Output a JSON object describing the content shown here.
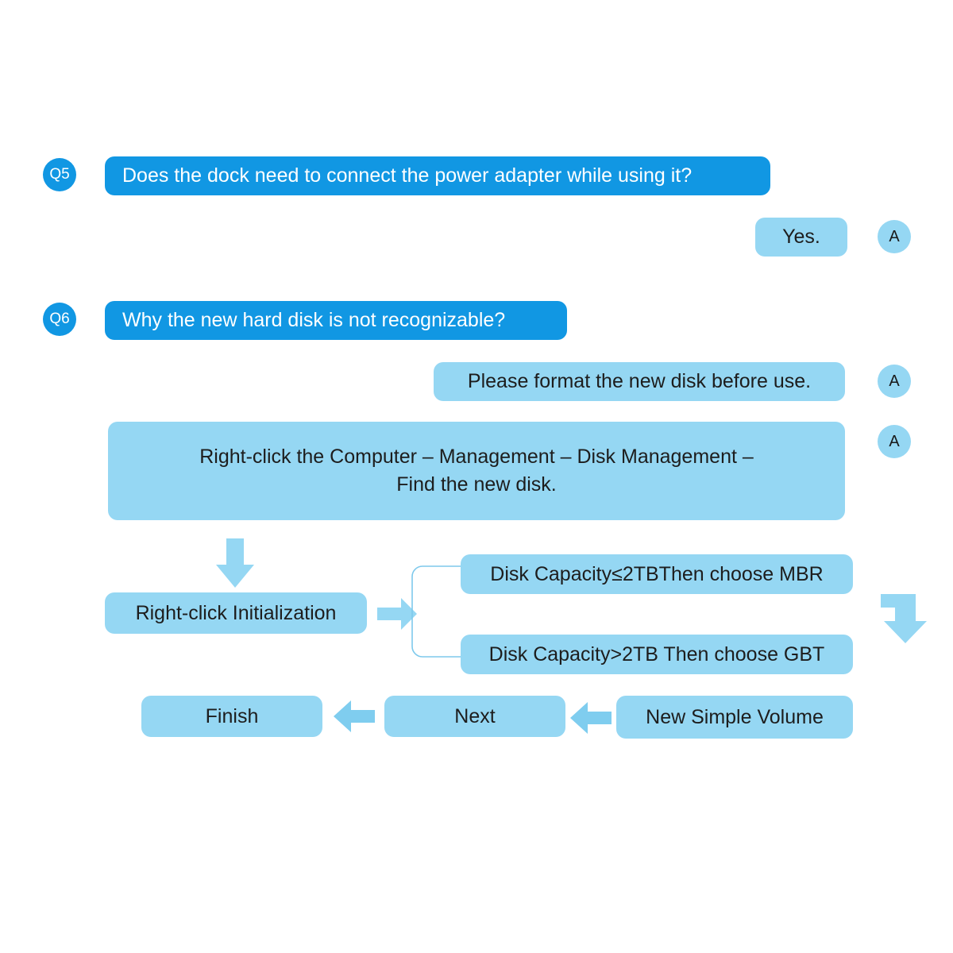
{
  "theme": {
    "primary_blue": "#1197E3",
    "light_blue": "#95D7F3",
    "text_dark": "#1d1d1d",
    "text_light": "#ffffff",
    "background": "#ffffff"
  },
  "faq": [
    {
      "badge": "Q5",
      "question": "Does the dock need to connect the power adapter while using it?",
      "answers": [
        {
          "badge": "A",
          "text": "Yes."
        }
      ]
    },
    {
      "badge": "Q6",
      "question": "Why the new hard disk is not recognizable?",
      "answers": [
        {
          "badge": "A",
          "text": "Please format the new disk before use."
        },
        {
          "badge": "A",
          "text": "Right-click the Computer – Management – Disk Management – Find the new disk."
        }
      ]
    }
  ],
  "flowchart": {
    "steps": {
      "initialization": "Right-click Initialization",
      "capacity_le": "Disk Capacity≤2TBThen choose MBR",
      "capacity_gt": "Disk Capacity>2TB Then choose GBT",
      "new_simple_volume": "New Simple Volume",
      "next": "Next",
      "finish": "Finish"
    },
    "connectors": [
      {
        "name": "down-arrow-to-initialization",
        "direction": "down"
      },
      {
        "name": "right-arrow-to-capacity-branch",
        "direction": "right"
      },
      {
        "name": "branch-bracket",
        "direction": "bracket"
      },
      {
        "name": "elbow-arrow-to-volume-row",
        "direction": "elbow-down"
      },
      {
        "name": "left-arrow-volume-to-next",
        "direction": "left"
      },
      {
        "name": "left-arrow-next-to-finish",
        "direction": "left"
      }
    ]
  }
}
